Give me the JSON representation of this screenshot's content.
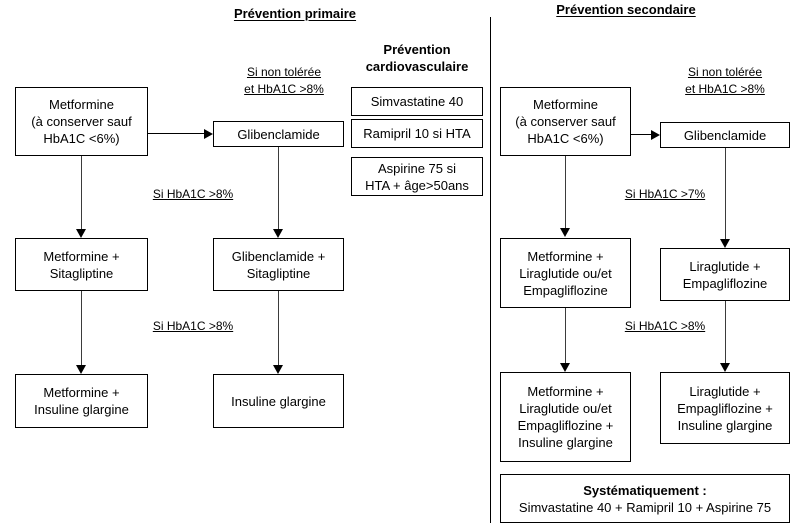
{
  "headers": {
    "primary": "Prévention primaire",
    "secondary": "Prévention secondaire",
    "cardio_line1": "Prévention",
    "cardio_line2": "cardiovasculaire"
  },
  "primary": {
    "metformine": {
      "line1": "Metformine",
      "line2": "(à conserver sauf",
      "line3": "HbA1C <6%)"
    },
    "glibenclamide": "Glibenclamide",
    "metformine_sita": {
      "line1": "Metformine +",
      "line2": "Sitagliptine"
    },
    "gliben_sita": {
      "line1": "Glibenclamide +",
      "line2": "Sitagliptine"
    },
    "metformine_insuline": {
      "line1": "Metformine +",
      "line2": "Insuline glargine"
    },
    "insuline": "Insuline glargine",
    "cond_non_toleree_l1": "Si non tolérée",
    "cond_non_toleree_l2": "et HbA1C >8%",
    "cond_left_1": "Si HbA1C >8%",
    "cond_left_2": "Si HbA1C >8%"
  },
  "cardio": {
    "simvastatine": "Simvastatine 40",
    "ramipril": "Ramipril 10 si HTA",
    "aspirine_l1": "Aspirine 75 si",
    "aspirine_l2": "HTA + âge>50ans"
  },
  "secondary": {
    "metformine": {
      "line1": "Metformine",
      "line2": "(à conserver sauf",
      "line3": "HbA1C <6%)"
    },
    "glibenclamide": "Glibenclamide",
    "met_lira_empa": {
      "line1": "Metformine +",
      "line2": "Liraglutide ou/et",
      "line3": "Empagliflozine"
    },
    "lira_empa": {
      "line1": "Liraglutide +",
      "line2": "Empagliflozine"
    },
    "met_lira_empa_ins": {
      "line1": "Metformine +",
      "line2": "Liraglutide ou/et",
      "line3": "Empagliflozine +",
      "line4": "Insuline glargine"
    },
    "lira_empa_ins": {
      "line1": "Liraglutide +",
      "line2": "Empagliflozine +",
      "line3": "Insuline glargine"
    },
    "systematique": {
      "title": "Systématiquement :",
      "detail": "Simvastatine 40 + Ramipril 10 + Aspirine 75"
    },
    "cond_non_toleree_l1": "Si non tolérée",
    "cond_non_toleree_l2": "et HbA1C >8%",
    "cond_right_1": "Si HbA1C >7%",
    "cond_right_2": "Si HbA1C >8%"
  },
  "colors": {
    "border": "#000000",
    "connector": "#3b3b3b",
    "background": "#ffffff"
  }
}
